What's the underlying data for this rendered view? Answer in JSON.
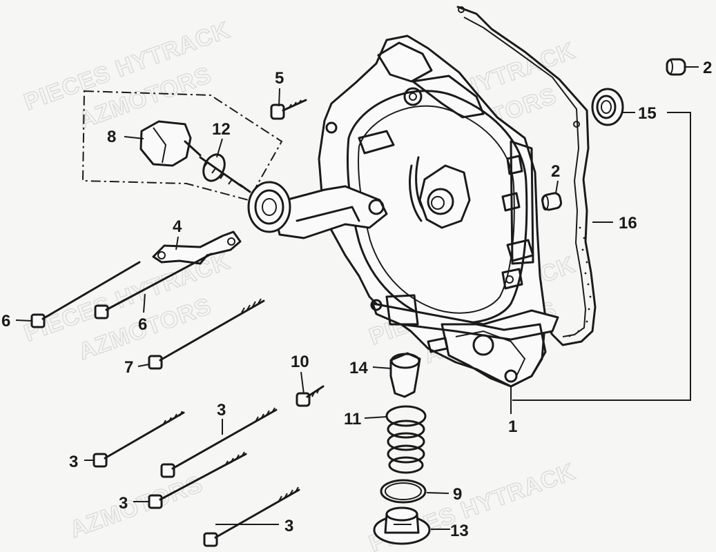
{
  "watermarks": [
    {
      "line1": "PIECES HYTRACK",
      "line2": "AZMOTORS"
    },
    {
      "line1": "PIECES HYTRACK",
      "line2": "AZMOTORS"
    },
    {
      "line1": "PIECES HYTRACK",
      "line2": "AZMOTORS"
    },
    {
      "line1": "PIECES HYTRACK",
      "line2": "AZMOTORS"
    },
    {
      "line1": "PIECES HYTRACK",
      "line2": "AZMOTORS"
    }
  ],
  "callouts": {
    "c1": "1",
    "c2a": "2",
    "c2b": "2",
    "c3a": "3",
    "c3b": "3",
    "c3c": "3",
    "c3d": "3",
    "c4": "4",
    "c5": "5",
    "c6a": "6",
    "c6b": "6",
    "c7": "7",
    "c8": "8",
    "c9": "9",
    "c10": "10",
    "c11": "11",
    "c12": "12",
    "c13": "13",
    "c14": "14",
    "c15": "15",
    "c16": "16"
  }
}
